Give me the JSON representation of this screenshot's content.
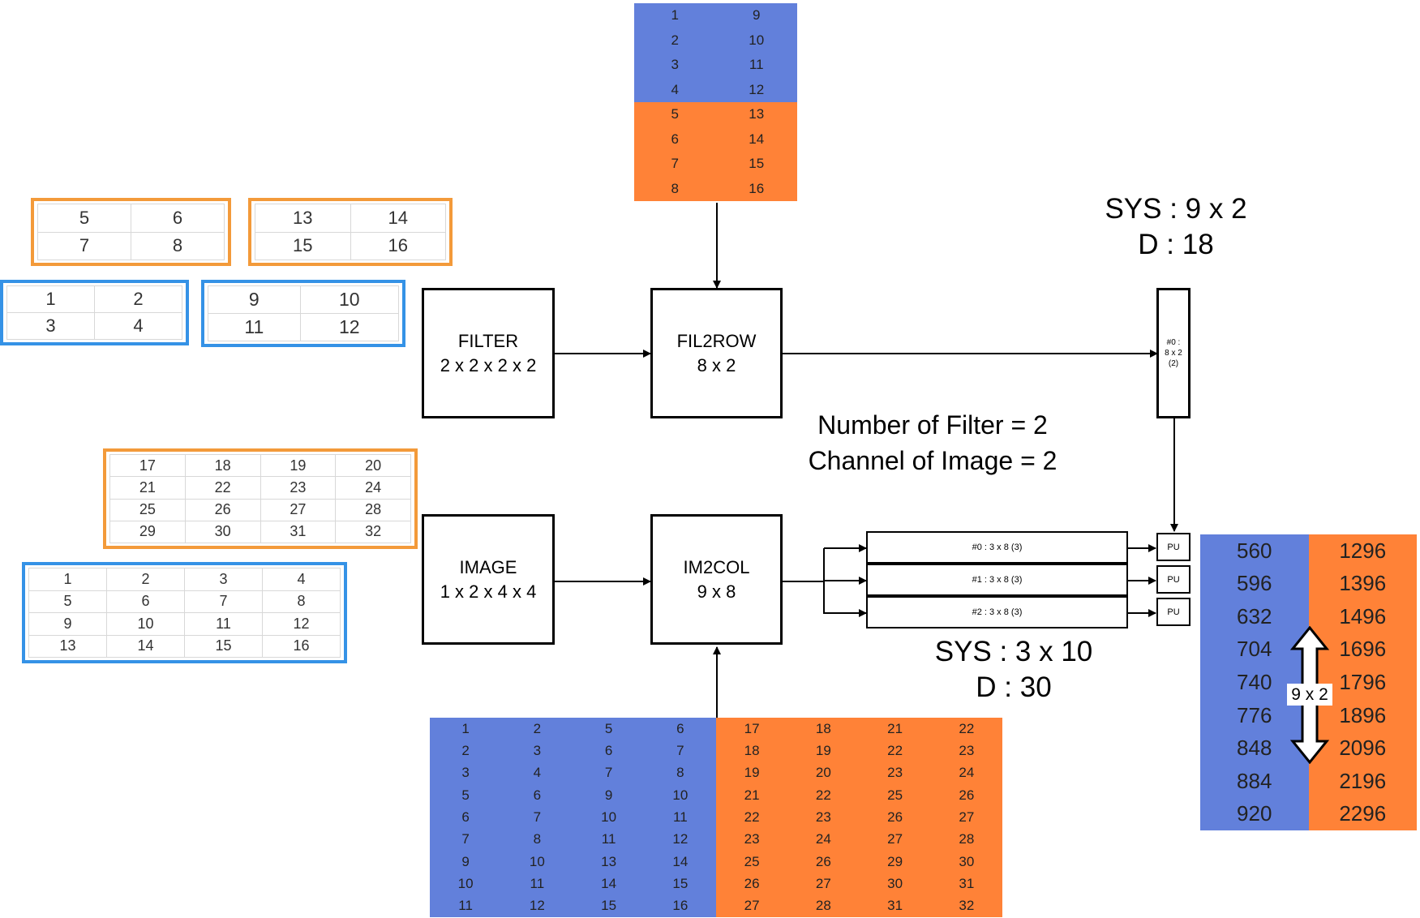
{
  "colors": {
    "blue": "#6280DB",
    "orange": "#FF8237",
    "frame_orange": "#F39A3A",
    "frame_blue": "#3592E6"
  },
  "filter_box": {
    "line1": "FILTER",
    "line2": "2 x 2 x 2 x 2"
  },
  "fil2row_box": {
    "line1": "FIL2ROW",
    "line2": "8 x 2"
  },
  "image_box": {
    "line1": "IMAGE",
    "line2": "1 x 2 x 4 x 4"
  },
  "im2col_box": {
    "line1": "IM2COL",
    "line2": "9 x 8"
  },
  "sys_top": {
    "line1": "SYS : 9 x 2",
    "line2": "D : 18"
  },
  "sys_bottom": {
    "line1": "SYS : 3 x 10",
    "line2": "D : 30"
  },
  "notes": {
    "line1": "Number of Filter = 2",
    "line2": "Channel of Image = 2"
  },
  "top_unit": {
    "line1": "#0 :",
    "line2": "8 x 2",
    "line3": "(2)"
  },
  "bars": [
    "#0 : 3 x 8 (3)",
    "#1 : 3 x 8 (3)",
    "#2 : 3 x 8 (3)"
  ],
  "pu_label": "PU",
  "result_arrow_label": "9 x 2",
  "filter_tables": {
    "orange_a": [
      [
        "5",
        "6"
      ],
      [
        "7",
        "8"
      ]
    ],
    "orange_b": [
      [
        "13",
        "14"
      ],
      [
        "15",
        "16"
      ]
    ],
    "blue_a": [
      [
        "1",
        "2"
      ],
      [
        "3",
        "4"
      ]
    ],
    "blue_b": [
      [
        "9",
        "10"
      ],
      [
        "11",
        "12"
      ]
    ]
  },
  "image_tables": {
    "orange": [
      [
        "17",
        "18",
        "19",
        "20"
      ],
      [
        "21",
        "22",
        "23",
        "24"
      ],
      [
        "25",
        "26",
        "27",
        "28"
      ],
      [
        "29",
        "30",
        "31",
        "32"
      ]
    ],
    "blue": [
      [
        "1",
        "2",
        "3",
        "4"
      ],
      [
        "5",
        "6",
        "7",
        "8"
      ],
      [
        "9",
        "10",
        "11",
        "12"
      ],
      [
        "13",
        "14",
        "15",
        "16"
      ]
    ]
  },
  "fil2row_matrix": {
    "rows": [
      [
        "1",
        "9"
      ],
      [
        "2",
        "10"
      ],
      [
        "3",
        "11"
      ],
      [
        "4",
        "12"
      ],
      [
        "5",
        "13"
      ],
      [
        "6",
        "14"
      ],
      [
        "7",
        "15"
      ],
      [
        "8",
        "16"
      ]
    ],
    "row_colors": [
      "blue",
      "blue",
      "blue",
      "blue",
      "orange",
      "orange",
      "orange",
      "orange"
    ]
  },
  "im2col_matrix": {
    "rows": [
      [
        "1",
        "2",
        "5",
        "6",
        "17",
        "18",
        "21",
        "22"
      ],
      [
        "2",
        "3",
        "6",
        "7",
        "18",
        "19",
        "22",
        "23"
      ],
      [
        "3",
        "4",
        "7",
        "8",
        "19",
        "20",
        "23",
        "24"
      ],
      [
        "5",
        "6",
        "9",
        "10",
        "21",
        "22",
        "25",
        "26"
      ],
      [
        "6",
        "7",
        "10",
        "11",
        "22",
        "23",
        "26",
        "27"
      ],
      [
        "7",
        "8",
        "11",
        "12",
        "23",
        "24",
        "27",
        "28"
      ],
      [
        "9",
        "10",
        "13",
        "14",
        "25",
        "26",
        "29",
        "30"
      ],
      [
        "10",
        "11",
        "14",
        "15",
        "26",
        "27",
        "30",
        "31"
      ],
      [
        "11",
        "12",
        "15",
        "16",
        "27",
        "28",
        "31",
        "32"
      ]
    ],
    "col_colors": [
      "blue",
      "blue",
      "blue",
      "blue",
      "orange",
      "orange",
      "orange",
      "orange"
    ]
  },
  "result_matrix": {
    "rows": [
      [
        "560",
        "1296"
      ],
      [
        "596",
        "1396"
      ],
      [
        "632",
        "1496"
      ],
      [
        "704",
        "1696"
      ],
      [
        "740",
        "1796"
      ],
      [
        "776",
        "1896"
      ],
      [
        "848",
        "2096"
      ],
      [
        "884",
        "2196"
      ],
      [
        "920",
        "2296"
      ]
    ],
    "col_colors": [
      "blue",
      "orange"
    ]
  }
}
